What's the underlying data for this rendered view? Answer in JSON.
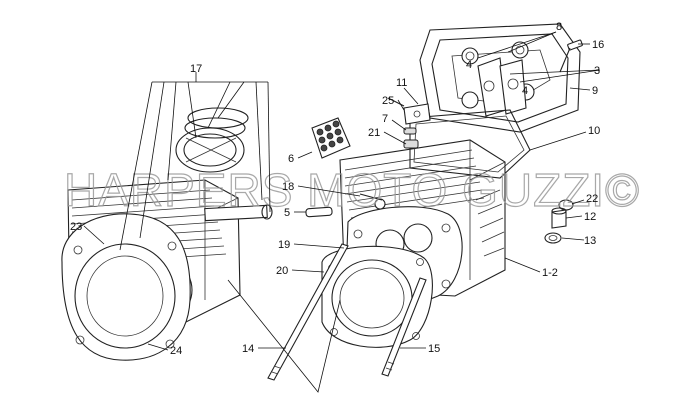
{
  "watermark": "HARPERS MOTO GUZZI©",
  "callouts": {
    "c17": "17",
    "c8": "8",
    "c16": "16",
    "c4a": "4",
    "c4b": "4",
    "c3": "3",
    "c9": "9",
    "c11": "11",
    "c25": "25",
    "c7": "7",
    "c21": "21",
    "c10": "10",
    "c6": "6",
    "c18": "18",
    "c5": "5",
    "c22": "22",
    "c12": "12",
    "c13": "13",
    "c23": "23",
    "c19": "19",
    "c20": "20",
    "c1_2": "1-2",
    "c14": "14",
    "c15": "15",
    "c24": "24"
  }
}
